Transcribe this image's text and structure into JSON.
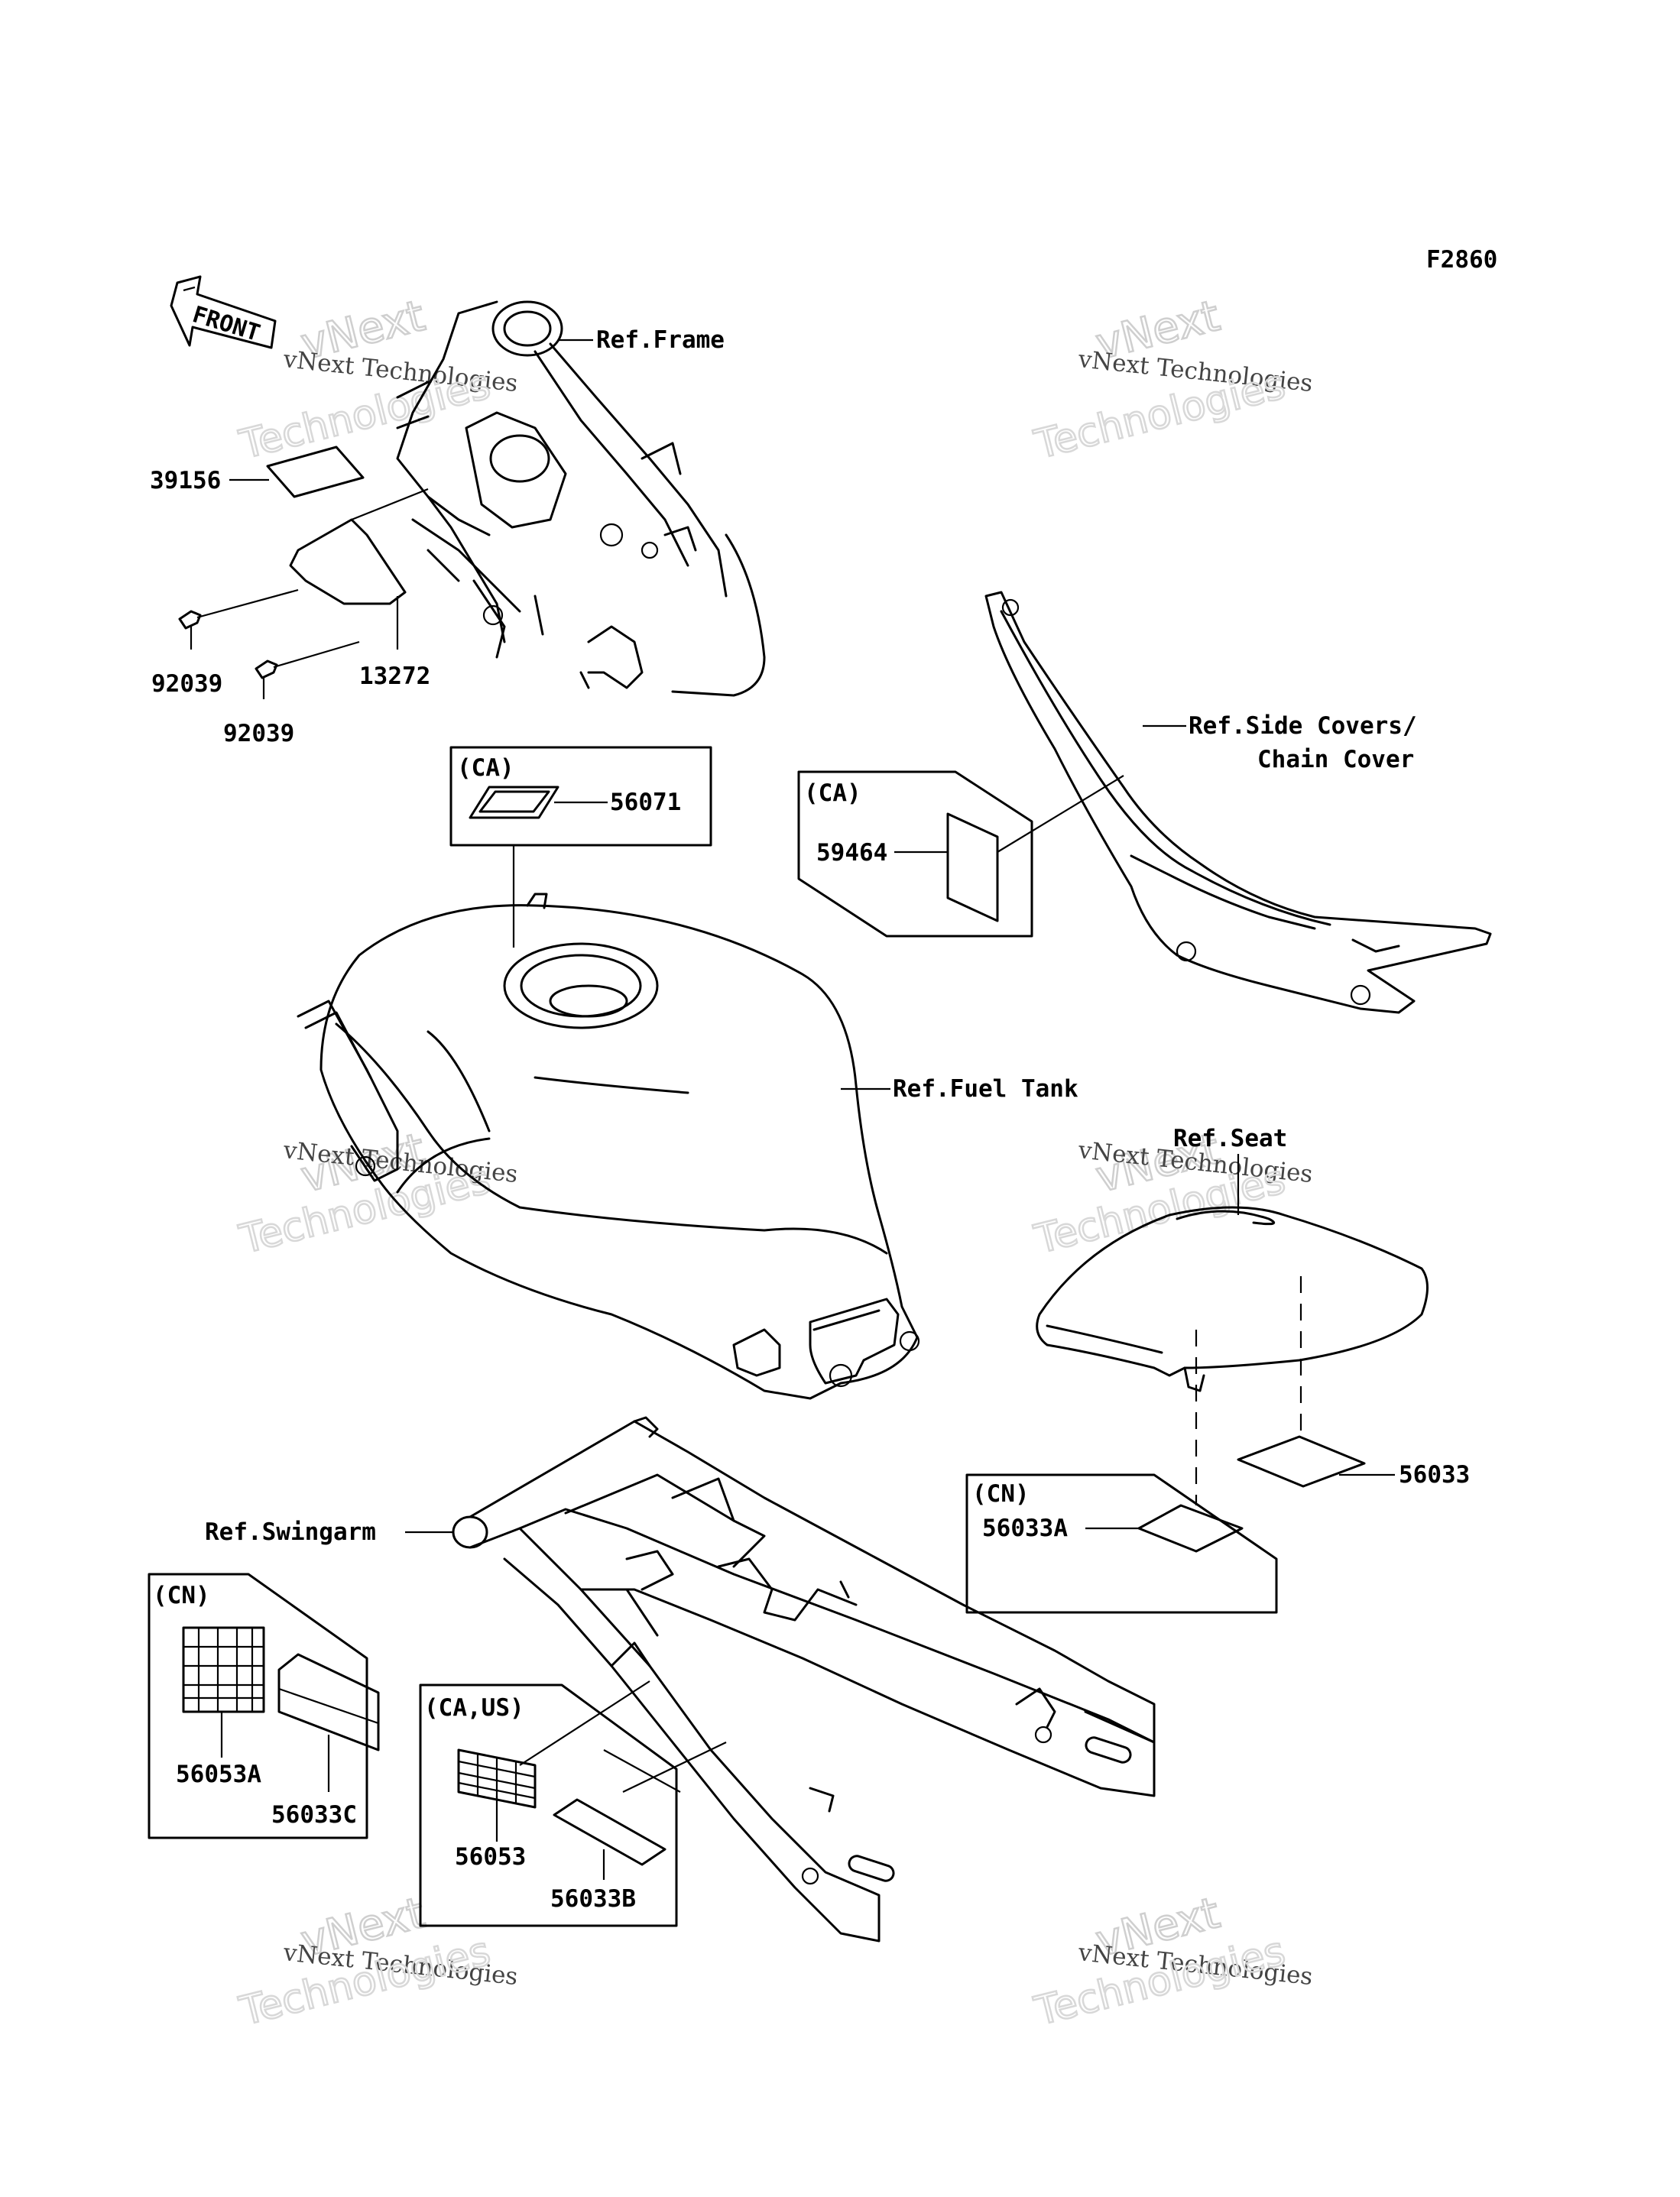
{
  "figure_code": "F2860",
  "front_label": "FRONT",
  "references": {
    "frame": "Ref.Frame",
    "side_covers_1": "Ref.Side Covers/",
    "side_covers_2": "Chain Cover",
    "fuel_tank": "Ref.Fuel Tank",
    "seat": "Ref.Seat",
    "swingarm": "Ref.Swingarm"
  },
  "parts": {
    "p39156": "39156",
    "p92039a": "92039",
    "p92039b": "92039",
    "p13272": "13272",
    "p56071": "56071",
    "p59464": "59464",
    "p56033": "56033",
    "p56033A": "56033A",
    "p56053A": "56053A",
    "p56033C": "56033C",
    "p56053": "56053",
    "p56033B": "56033B"
  },
  "groups": {
    "ca_tank": "(CA)",
    "ca_side": "(CA)",
    "cn_seat": "(CN)",
    "cn_swing": "(CN)",
    "caus_swing": "(CA,US)"
  },
  "watermark": {
    "line1": "vNext",
    "line2": "vNext Technologies",
    "line3": "Technologies"
  }
}
